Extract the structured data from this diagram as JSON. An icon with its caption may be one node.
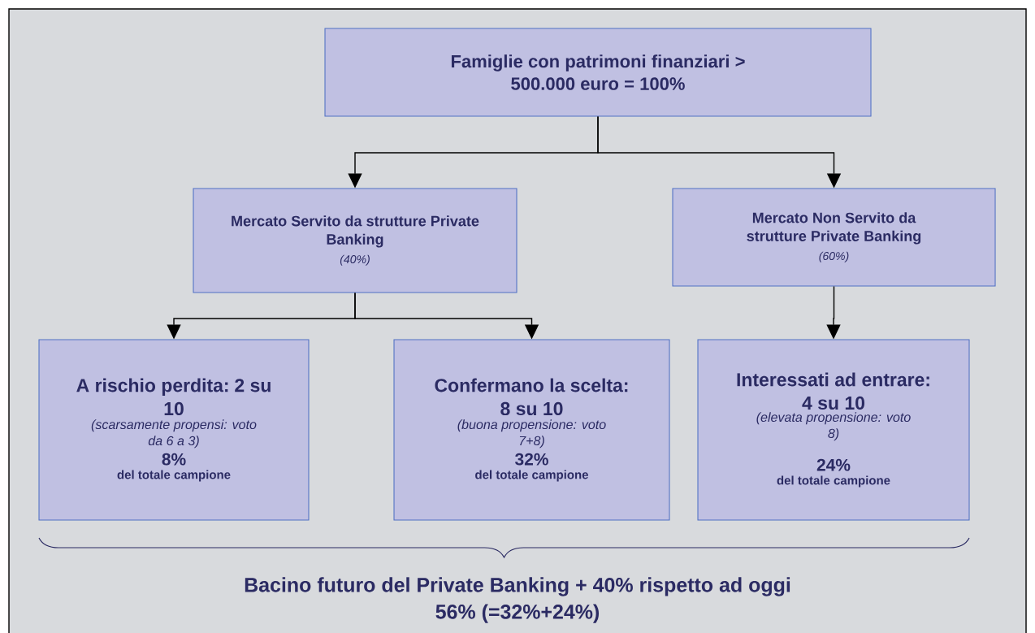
{
  "diagram": {
    "nodes": [
      {
        "text": [
          "Famiglie con patrimoni finanziari > 500.000 euro = 100%"
        ]
      },
      {
        "text": [
          "Mercato Servito da strutture Private Banking",
          "(40%)"
        ]
      },
      {
        "text": [
          "Mercato Non Servito da strutture Private Banking",
          "(60%)"
        ]
      },
      {
        "text": [
          "A rischio perdita: 2 su 10",
          "(scarsamente propensi: voto da 6 a 3)",
          "8%",
          "del totale campione"
        ]
      },
      {
        "text": [
          "Confermano la scelta: 8 su 10",
          "(buona propensione: voto 7+8)",
          "32%",
          "del totale campione"
        ]
      },
      {
        "text": [
          "Interessati ad entrare: 4 su 10",
          "(elevata propensione: voto 8)",
          "24%",
          "del totale campione"
        ]
      }
    ],
    "edges": [
      {
        "from": 0,
        "to": 1,
        "arrow": "to"
      },
      {
        "from": 0,
        "to": 2,
        "arrow": "to"
      },
      {
        "from": 1,
        "to": 3,
        "arrow": "to"
      },
      {
        "from": 1,
        "to": 4,
        "arrow": "to"
      },
      {
        "from": 2,
        "to": 5,
        "arrow": "to"
      }
    ],
    "labels": [
      "Bacino futuro del Private Banking + 40% rispetto ad oggi",
      "56% (=32%+24%)"
    ]
  }
}
